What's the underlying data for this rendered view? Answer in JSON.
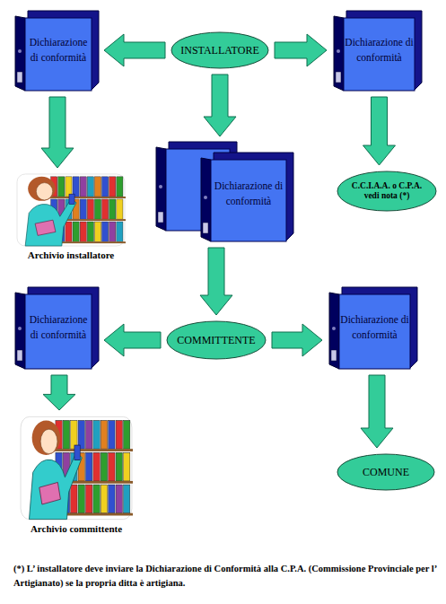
{
  "diagram": {
    "nodes": [
      {
        "text": [
          "Dichiarazione di conformità"
        ]
      },
      {
        "text": [
          "INSTALLATORE"
        ]
      },
      {
        "text": [
          "Dichiarazione di conformità"
        ]
      },
      {
        "text": [
          "Archivio installatore"
        ]
      },
      {
        "text": [
          "Dichiarazione di conformità"
        ]
      },
      {
        "text": [
          "C.C.I.A.A. o C.P.A. vedi nota (*)"
        ]
      },
      {
        "text": [
          "Dichiarazione di conformità"
        ]
      },
      {
        "text": [
          "COMMITTENTE"
        ]
      },
      {
        "text": [
          "Dichiarazione di conformità"
        ]
      },
      {
        "text": [
          "Archivio committente"
        ]
      },
      {
        "text": [
          "COMUNE"
        ]
      }
    ],
    "edges": [
      {
        "from": 1,
        "to": 0,
        "arrow": "to"
      },
      {
        "from": 1,
        "to": 2,
        "arrow": "to"
      },
      {
        "from": 1,
        "to": 4,
        "arrow": "to"
      },
      {
        "from": 0,
        "to": 3,
        "arrow": "to"
      },
      {
        "from": 2,
        "to": 5,
        "arrow": "to"
      },
      {
        "from": 4,
        "to": 7,
        "arrow": "to"
      },
      {
        "from": 7,
        "to": 6,
        "arrow": "to"
      },
      {
        "from": 7,
        "to": 8,
        "arrow": "to"
      },
      {
        "from": 6,
        "to": 9,
        "arrow": "to"
      },
      {
        "from": 8,
        "to": 10,
        "arrow": "to"
      }
    ],
    "labels": [
      "(*) L’ installatore deve inviare la Dichiarazione di Conformità alla C.P.A. (Commissione Provinciale per l’ Artigianato) se la propria ditta è artigiana."
    ]
  }
}
